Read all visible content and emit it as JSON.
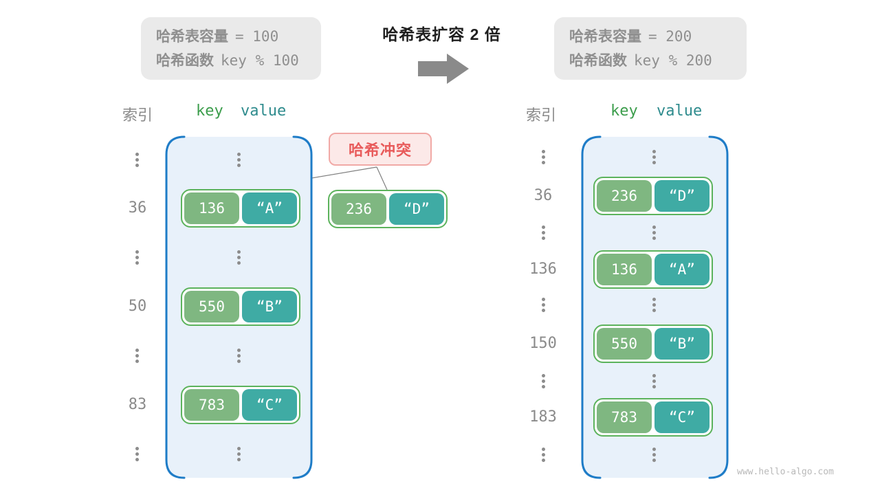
{
  "info_before": {
    "capacity_label": "哈希表容量",
    "capacity_value": "= 100",
    "hash_label": "哈希函数",
    "hash_value": "key % 100"
  },
  "info_after": {
    "capacity_label": "哈希表容量",
    "capacity_value": "= 200",
    "hash_label": "哈希函数",
    "hash_value": "key % 200"
  },
  "transition": {
    "title": "哈希表扩容 2 倍"
  },
  "collision": {
    "label": "哈希冲突"
  },
  "floating_pair": {
    "key": "236",
    "value": "“D”"
  },
  "table_before": {
    "index_header": "索引",
    "key_header": "key",
    "value_header": "value",
    "indices": [
      "36",
      "50",
      "83"
    ],
    "pairs": [
      {
        "key": "136",
        "value": "“A”"
      },
      {
        "key": "550",
        "value": "“B”"
      },
      {
        "key": "783",
        "value": "“C”"
      }
    ]
  },
  "table_after": {
    "index_header": "索引",
    "key_header": "key",
    "value_header": "value",
    "indices": [
      "36",
      "136",
      "150",
      "183"
    ],
    "pairs": [
      {
        "key": "236",
        "value": "“D”"
      },
      {
        "key": "136",
        "value": "“A”"
      },
      {
        "key": "550",
        "value": "“B”"
      },
      {
        "key": "783",
        "value": "“C”"
      }
    ]
  },
  "watermark": "www.hello-algo.com",
  "colors": {
    "key_green": "#7fb781",
    "value_teal": "#3faba4",
    "pair_border": "#5cb35c",
    "table_fill": "#e8f1fa",
    "table_border": "#1e7cc7",
    "collision_text": "#e85b5b",
    "collision_bg": "#fce9e8",
    "collision_border": "#f1a9a6",
    "info_box_bg": "#eaeaea",
    "gray_text": "#8f8f8f",
    "header_key_green": "#3c9d4c",
    "header_value_teal": "#2e8b8d",
    "arrow_gray": "#8a8a8a",
    "line_gray": "#7f7f7f",
    "watermark_gray": "#b9b9b9"
  }
}
